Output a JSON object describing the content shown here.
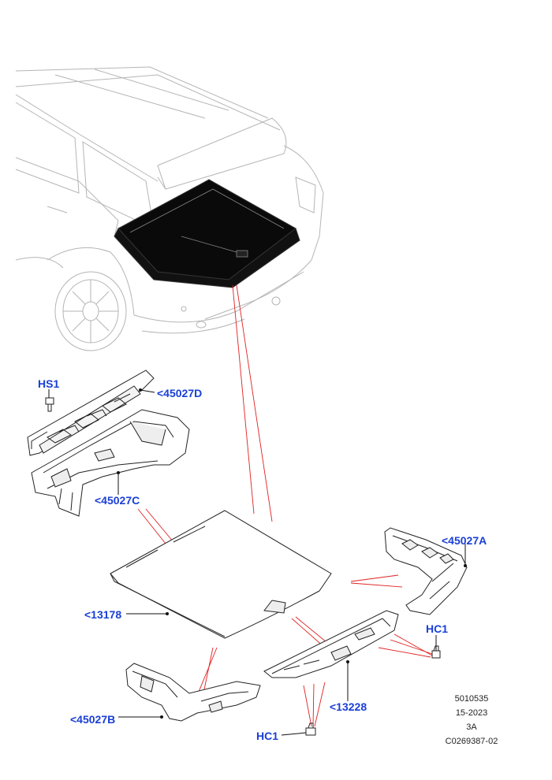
{
  "callouts": {
    "hs1": "HS1",
    "p45027d": "<45027D",
    "p45027c": "<45027C",
    "p45027a": "<45027A",
    "hc1_right": "HC1",
    "p13178": "<13178",
    "p13228": "<13228",
    "p45027b": "<45027B",
    "hc1_bottom": "HC1"
  },
  "reference": {
    "line1": "5010535",
    "line2": "15-2023",
    "line3": "3A",
    "line4": "C0269387-02"
  },
  "colors": {
    "callout_text": "#1a3fd6",
    "leader_red": "#e02020",
    "outline": "#333333",
    "ghost_outline": "#b5b5b5",
    "cargo_floor_fill": "#0a0a0a"
  }
}
